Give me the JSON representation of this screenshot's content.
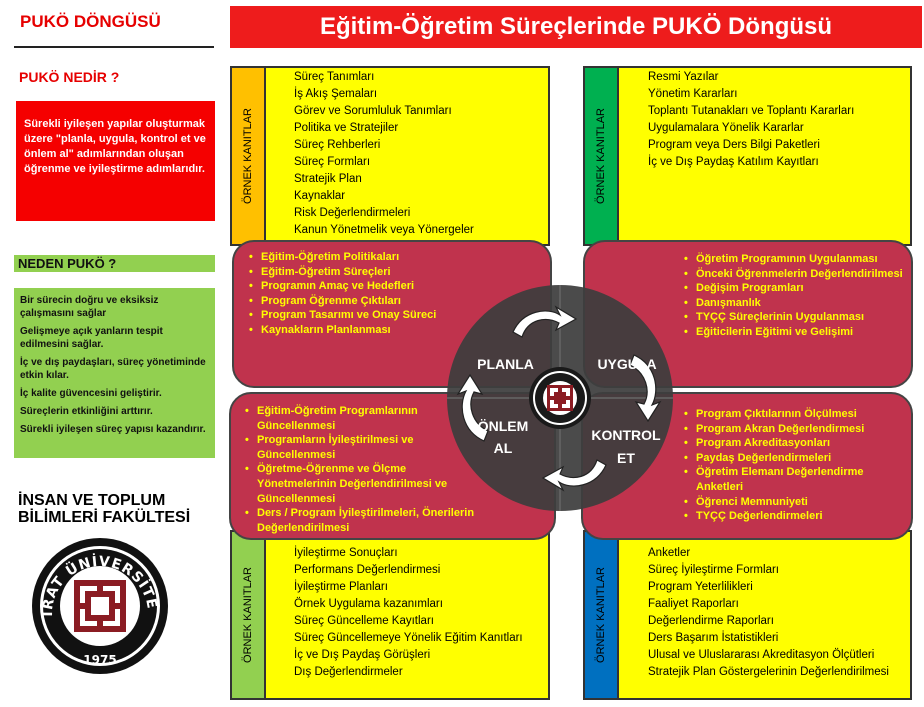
{
  "header": {
    "title": "Eğitim-Öğretim Süreçlerinde PUKÖ Döngüsü"
  },
  "left": {
    "title": "PUKÖ DÖNGÜSÜ",
    "what_heading": "PUKÖ NEDİR ?",
    "what_text": "Sürekli iyileşen yapılar oluşturmak üzere \"planla, uygula, kontrol et ve önlem al\" adımlarından oluşan öğrenme ve iyileştirme adımlarıdır.",
    "why_heading": "NEDEN PUKÖ ?",
    "why_items": [
      "Bir sürecin doğru ve eksiksiz çalışmasını sağlar",
      "Gelişmeye açık yanların tespit edilmesini sağlar.",
      "İç ve dış paydaşları, süreç yönetiminde etkin kılar.",
      "İç kalite güvencesini geliştirir.",
      "Süreçlerin etkinliğini arttırır.",
      "Sürekli iyileşen süreç yapısı kazandırır."
    ],
    "faculty": "İNSAN VE TOPLUM BİLİMLERİ FAKÜLTESİ",
    "logo_text": "FIRAT ÜNİVERSİTESİ",
    "logo_year": "1975"
  },
  "evidence_label": "ÖRNEK KANITLAR",
  "quadrants": {
    "plan_evidence": [
      "Süreç Tanımları",
      "İş Akış Şemaları",
      "Görev ve Sorumluluk Tanımları",
      "Politika ve Stratejiler",
      "Süreç Rehberleri",
      "Süreç Formları",
      "Stratejik Plan",
      "Kaynaklar",
      "Risk Değerlendirmeleri",
      "Kanun Yönetmelik veya Yönergeler"
    ],
    "do_evidence": [
      "Resmi Yazılar",
      "Yönetim Kararları",
      "Toplantı Tutanakları ve Toplantı Kararları",
      "Uygulamalara Yönelik Kararlar",
      "Program veya Ders Bilgi Paketleri",
      "İç ve Dış Paydaş Katılım Kayıtları"
    ],
    "act_evidence": [
      "İyileştirme Sonuçları",
      "Performans Değerlendirmesi",
      "İyileştirme Planları",
      "Örnek Uygulama kazanımları",
      "Süreç Güncelleme Kayıtları",
      "Süreç Güncellemeye Yönelik Eğitim Kanıtları",
      "İç ve Dış Paydaş Görüşleri",
      "Dış Değerlendirmeler"
    ],
    "check_evidence": [
      "Anketler",
      "Süreç İyileştirme Formları",
      "Program Yeterlilikleri",
      "Faaliyet Raporları",
      "Değerlendirme Raporları",
      "Ders Başarım İstatistikleri",
      "Ulusal ve Uluslararası Akreditasyon Ölçütleri",
      "Stratejik Plan Göstergelerinin Değerlendirilmesi"
    ]
  },
  "process": {
    "plan_items": [
      "Eğitim-Öğretim Politikaları",
      "Eğitim-Öğretim Süreçleri",
      "Programın Amaç ve Hedefleri",
      "Program Öğrenme Çıktıları",
      "Program Tasarımı ve Onay Süreci",
      "Kaynakların Planlanması"
    ],
    "do_items": [
      "Öğretim Programının Uygulanması",
      "Önceki Öğrenmelerin Değerlendirilmesi",
      "Değişim Programları",
      "Danışmanlık",
      "TYÇÇ Süreçlerinin Uygulanması",
      "Eğiticilerin Eğitimi ve Gelişimi"
    ],
    "act_items": [
      "Eğitim-Öğretim Programlarının Güncellenmesi",
      "Programların İyileştirilmesi ve Güncellenmesi",
      "Öğretme-Öğrenme ve Ölçme Yönetmelerinin Değerlendirilmesi ve Güncellenmesi",
      "Ders / Program İyileştirilmeleri, Önerilerin Değerlendirilmesi"
    ],
    "check_items": [
      "Program Çıktılarının Ölçülmesi",
      "Program Akran Değerlendirmesi",
      "Program Akreditasyonları",
      "Paydaş Değerlendirmeleri",
      "Öğretim Elemanı Değerlendirme Anketleri",
      "Öğrenci Memnuniyeti",
      "TYÇÇ Değerlendirmeleri"
    ]
  },
  "cycle": {
    "plan_line1": "PLANLA",
    "do_line1": "UYGULA",
    "act_line1": "ÖNLEM",
    "act_line2": "AL",
    "check_line1": "KONTROL",
    "check_line2": "ET"
  },
  "colors": {
    "plan": "#ffc000",
    "do": "#00b050",
    "act": "#92d050",
    "check": "#0070c0",
    "accent": "#c0334d"
  }
}
